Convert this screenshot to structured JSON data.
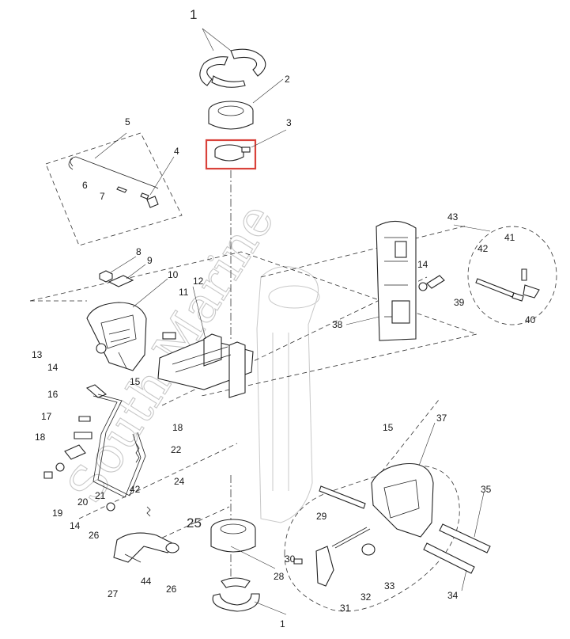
{
  "watermark": {
    "text": "South Marine",
    "color": "#9a9a9a"
  },
  "highlight": {
    "part": "3",
    "color": "#d9423b"
  },
  "callouts": {
    "n1_top": "1",
    "n2": "2",
    "n3": "3",
    "n4": "4",
    "n5": "5",
    "n6": "6",
    "n7": "7",
    "n8": "8",
    "n9": "9",
    "n10": "10",
    "n11": "11",
    "n12": "12",
    "n13": "13",
    "n14_left": "14",
    "n14_right": "14",
    "n14_bottom": "14",
    "n15_left": "15",
    "n15_right": "15",
    "n16": "16",
    "n17": "17",
    "n18_left": "18",
    "n18_right": "18",
    "n19": "19",
    "n20": "20",
    "n21": "21",
    "n22": "22",
    "n24": "24",
    "n25": "25",
    "n26_a": "26",
    "n26_b": "26",
    "n27": "27",
    "n28": "28",
    "n29": "29",
    "n30": "30",
    "n31": "31",
    "n32": "32",
    "n33": "33",
    "n34": "34",
    "n35": "35",
    "n37": "37",
    "n38": "38",
    "n39": "39",
    "n40": "40",
    "n41": "41",
    "n42_right": "42",
    "n42_left": "42",
    "n43": "43",
    "n44": "44",
    "n1_bottom": "1"
  }
}
